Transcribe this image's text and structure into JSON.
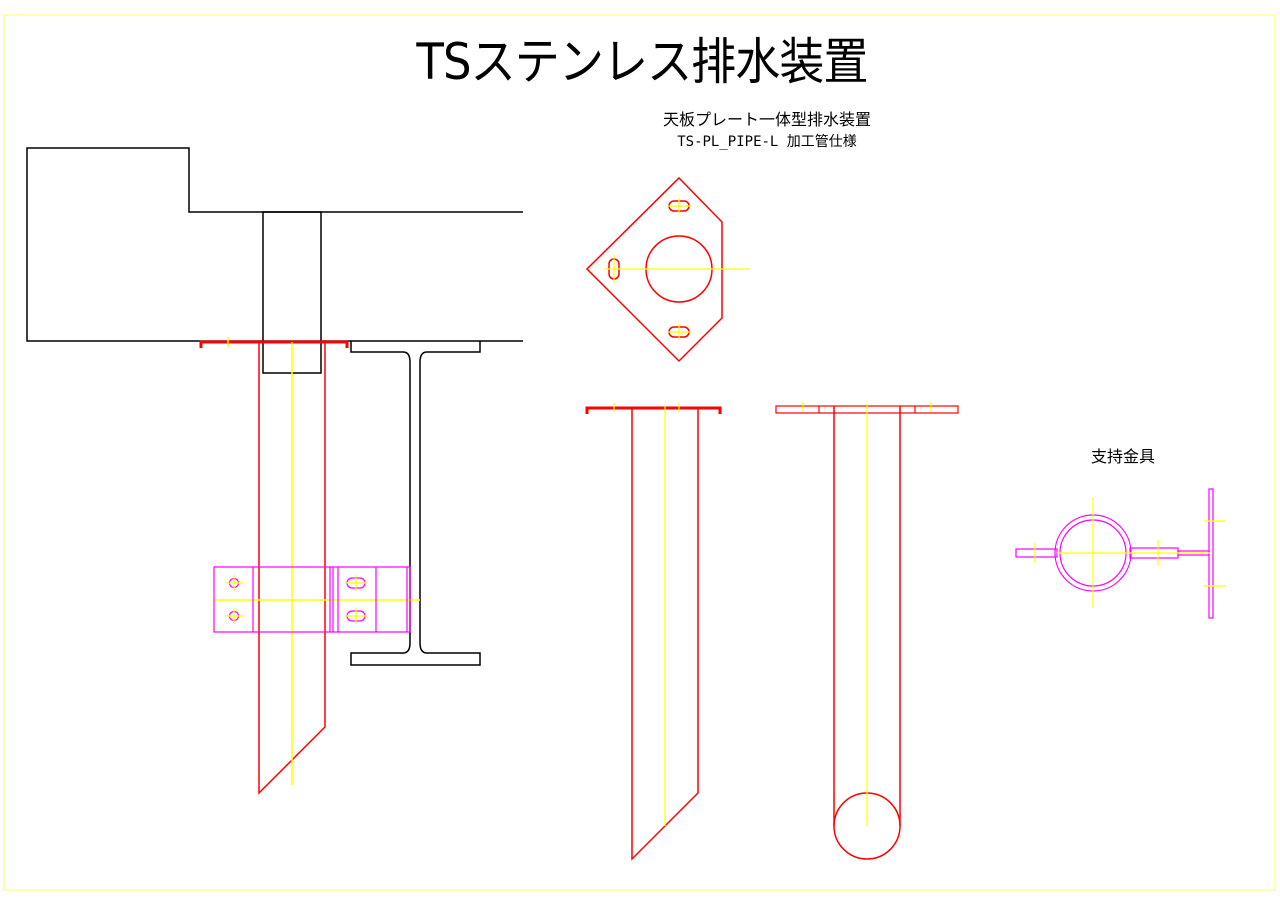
{
  "title": "TSステンレス排水装置",
  "product": {
    "name": "天板プレート一体型排水装置",
    "model": "TS-PL_PIPE-L 加工管仕様"
  },
  "support_label": "支持金具",
  "colors": {
    "border": "#ffff66",
    "structure": "#000000",
    "drain": "#ff0000",
    "centerline": "#ffff00",
    "bracket": "#ff00ff"
  }
}
